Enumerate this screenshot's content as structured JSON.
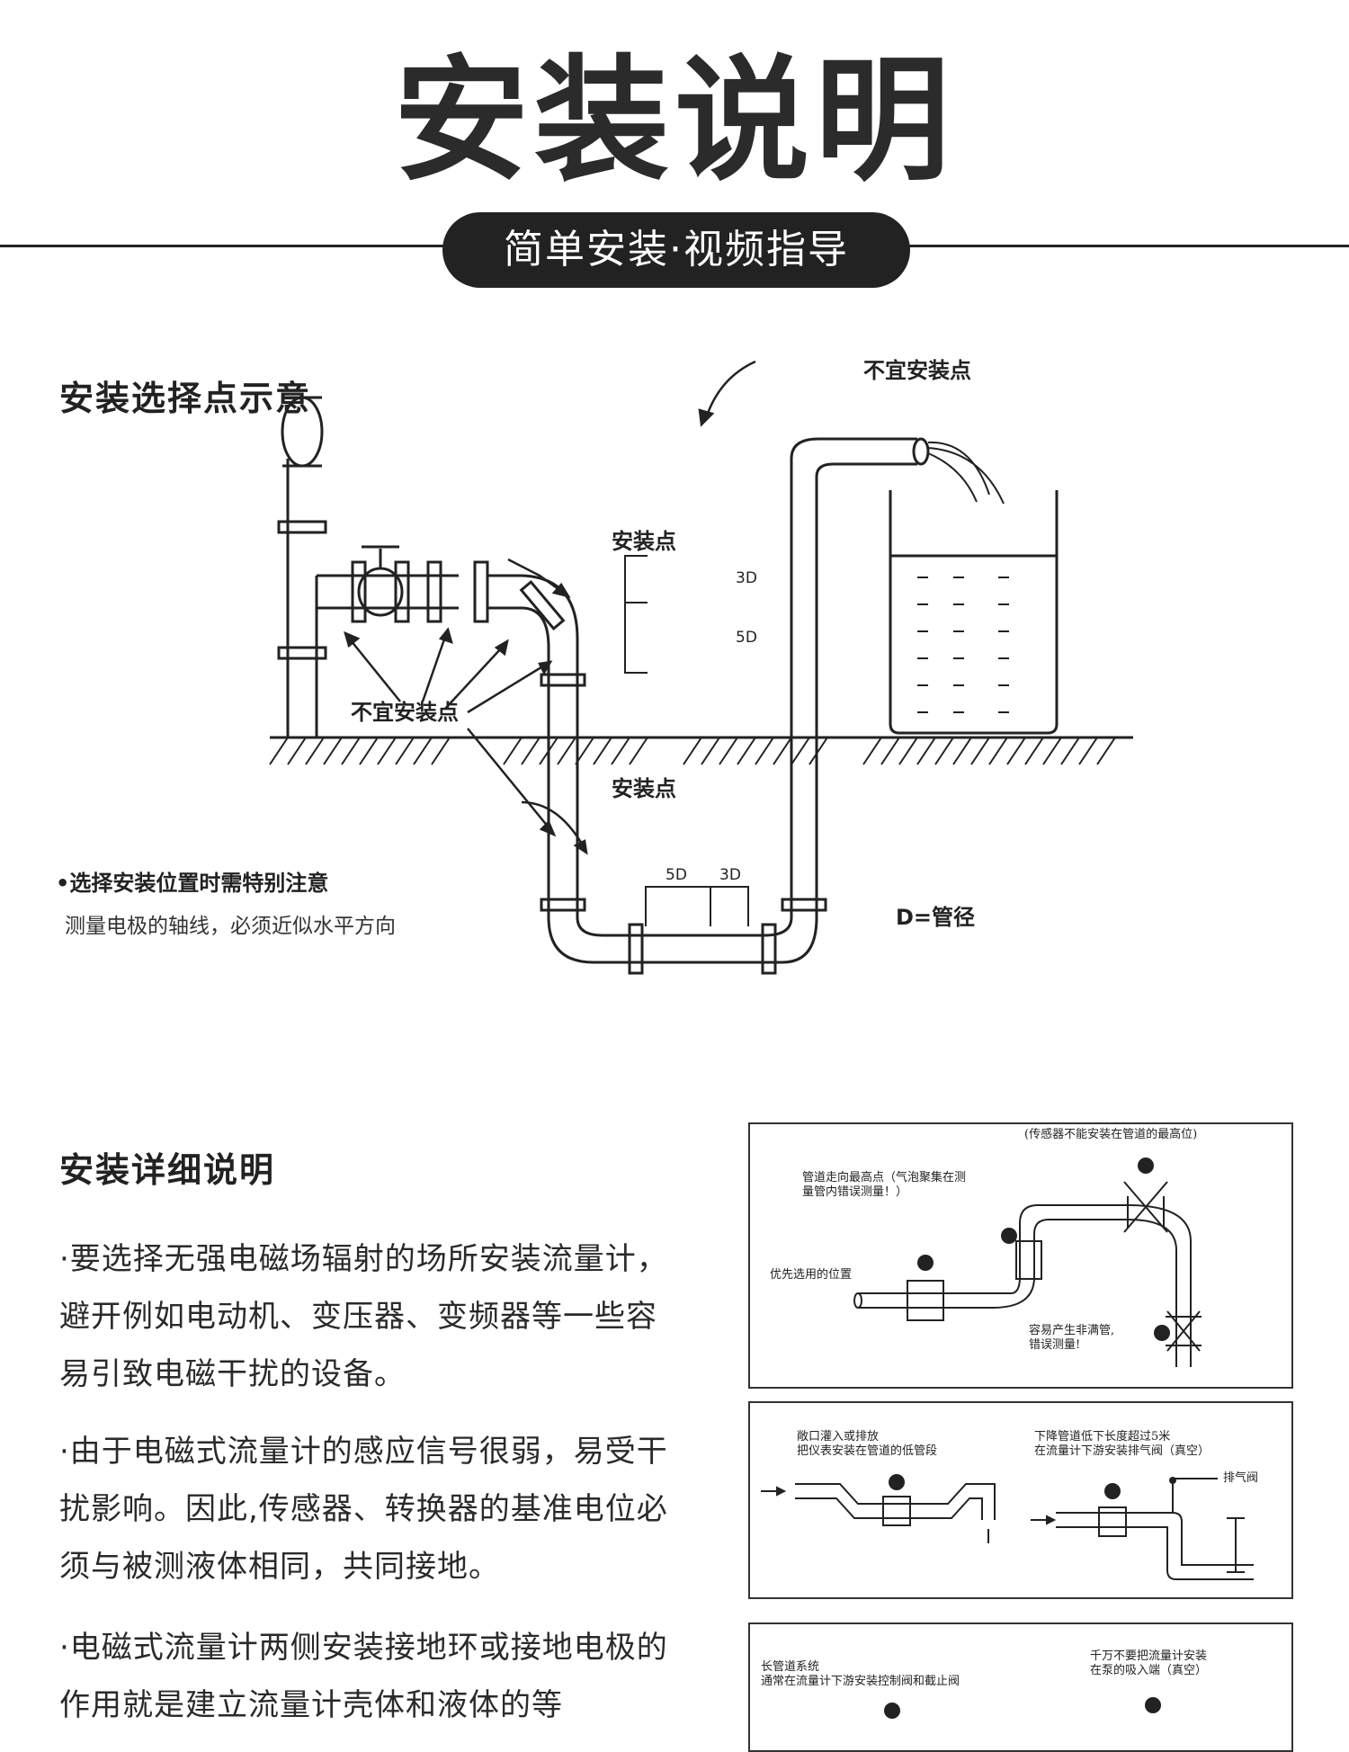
{
  "page": {
    "title": "安装说明",
    "subtitle": "简单安装·视频指导"
  },
  "section1": {
    "heading": "安装选择点示意",
    "labels": {
      "not_suitable_top": "不宜安装点",
      "not_suitable_mid": "不宜安装点",
      "install_point_upper": "安装点",
      "install_point_lower": "安装点",
      "d3_upper": "3D",
      "d5_upper": "5D",
      "d5_lower": "5D",
      "d3_lower": "3D",
      "d_pipe": "D=管径"
    },
    "note_bold": "•选择安装位置时需特别注意",
    "note_text": "测量电极的轴线，必须近似水平方向"
  },
  "section2": {
    "heading": "安装详细说明",
    "paragraphs": [
      "·要选择无强电磁场辐射的场所安装流量计，避开例如电动机、变压器、变频器等一些容易引致电磁干扰的设备。",
      "·由于电磁式流量计的感应信号很弱，易受干扰影响。因此,传感器、转换器的基准电位必须与被测液体相同，共同接地。",
      "·电磁式流量计两侧安装接地环或接地电极的作用就是建立流量计壳体和液体的等"
    ],
    "panel1": {
      "top_note": "(传感器不能安装在管道的最高位)",
      "high_point_1": "管道走向最高点（气泡聚集在测",
      "high_point_2": "量管内错误测量！）",
      "preferred": "优先选用的位置",
      "error_1": "容易产生非满管,",
      "error_2": "错误测量!"
    },
    "panel2": {
      "left_1": "敞口灌入或排放",
      "left_2": "把仪表安装在管道的低管段",
      "right_1": "下降管道低下长度超过5米",
      "right_2": "在流量计下游安装排气阀（真空）",
      "vent": "排气阀"
    },
    "panel3": {
      "left_1": "长管道系统",
      "left_2": "通常在流量计下游安装控制阀和截止阀",
      "right_1": "千万不要把流量计安装",
      "right_2": "在泵的吸入端（真空）"
    }
  }
}
